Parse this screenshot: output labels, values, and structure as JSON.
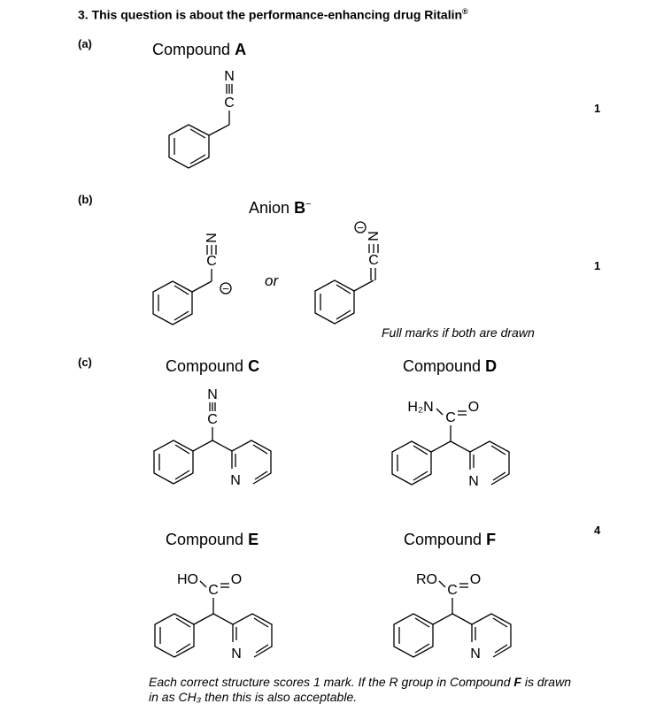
{
  "question": {
    "title": "3. This question is about the performance-enhancing drug Ritalin",
    "title_mark": "®"
  },
  "parts": {
    "a": {
      "label": "(a)",
      "compound_word": "Compound",
      "compound_letter": "A",
      "mark": "1"
    },
    "b": {
      "label": "(b)",
      "anion_word": "Anion",
      "anion_letter": "B",
      "anion_charge": "−",
      "or": "or",
      "note": "Full marks if both are drawn",
      "mark": "1"
    },
    "c": {
      "label": "(c)",
      "compound_word": "Compound",
      "letters": {
        "C": "C",
        "D": "D",
        "E": "E",
        "F": "F"
      },
      "mark": "4"
    }
  },
  "atoms": {
    "N": "N",
    "C": "C",
    "O": "O",
    "H2N": "H₂N",
    "HO": "HO",
    "RO": "RO",
    "minus": "−"
  },
  "footnote": {
    "part1": "Each correct structure scores 1 mark. If the R group in Compound ",
    "bold": "F",
    "part2": " is drawn in as CH₃ then this is also acceptable."
  }
}
